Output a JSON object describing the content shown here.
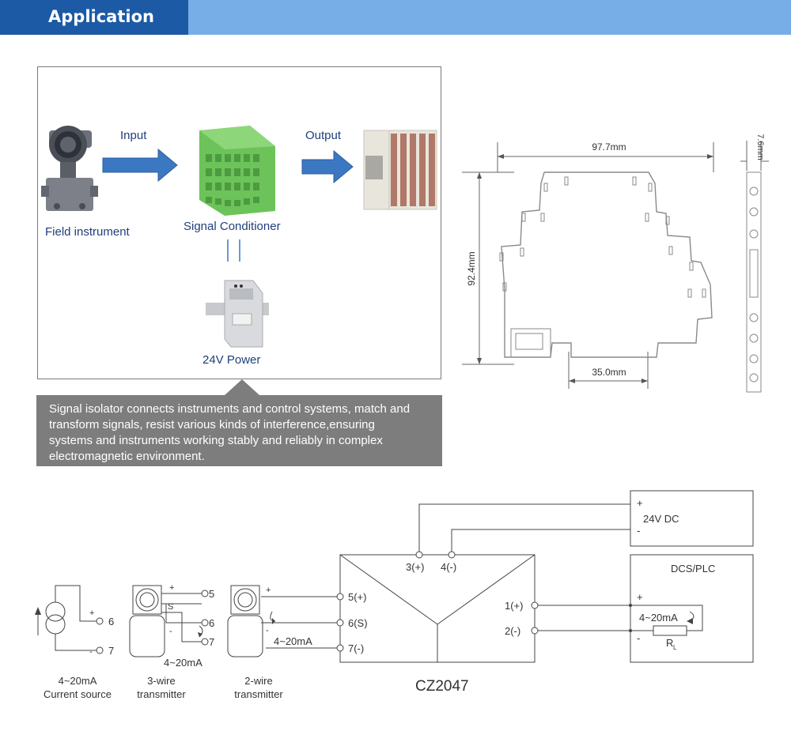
{
  "header": {
    "title": "Application"
  },
  "flow": {
    "field_instrument": "Field instrument",
    "input": "Input",
    "signal_conditioner": "Signal Conditioner",
    "output": "Output",
    "power": "24V Power"
  },
  "caption": {
    "lines": [
      "Signal isolator connects instruments and control systems, match and",
      "transform signals, resist various kinds of interference,ensuring",
      "systems and instruments working stably and reliably in complex",
      "electromagnetic environment."
    ]
  },
  "dimensions": {
    "width": "97.7mm",
    "height": "92.4mm",
    "rail": "35.0mm",
    "thickness": "7.6mm"
  },
  "wiring": {
    "model": "CZ2047",
    "power_supply": "24V DC",
    "supply_plus": "+",
    "supply_minus": "-",
    "dcs_plc": "DCS/PLC",
    "dcs_plus": "+",
    "dcs_minus": "-",
    "dcs_signal": "4~20mA",
    "resistor": "R",
    "resistor_sub": "L",
    "terminals": {
      "t3": "3(+)",
      "t4": "4(-)",
      "t5": "5(+)",
      "t6": "6(S)",
      "t7": "7(-)",
      "t1": "1(+)",
      "t2": "2(-)"
    },
    "current_source": {
      "plus": "+",
      "minus": "-",
      "n6": "6",
      "n7": "7",
      "label_1": "4~20mA",
      "label_2": "Current source"
    },
    "three_wire": {
      "plus": "+",
      "s": "S",
      "minus": "-",
      "n5": "5",
      "n6": "6",
      "n7": "7",
      "signal": "4~20mA",
      "label_1": "3-wire",
      "label_2": "transmitter"
    },
    "two_wire": {
      "plus": "+",
      "minus": "-",
      "signal": "4~20mA",
      "label_1": "2-wire",
      "label_2": "transmitter"
    }
  }
}
